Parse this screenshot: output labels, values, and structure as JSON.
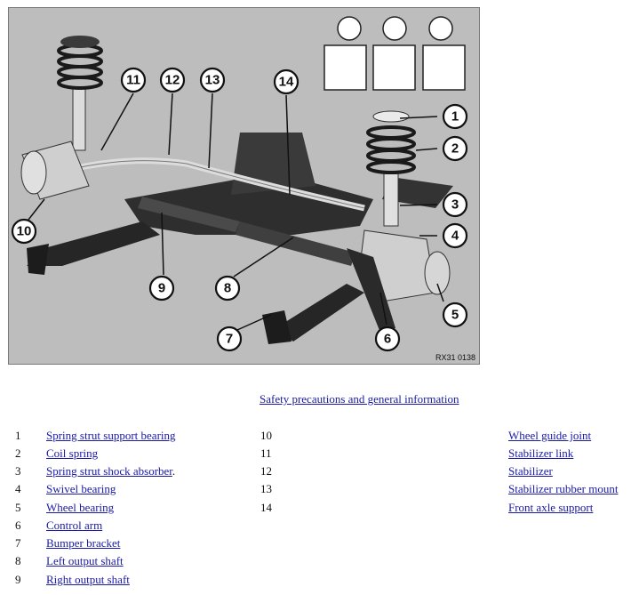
{
  "diagram": {
    "code": "RX31 0138",
    "callouts": [
      "1",
      "2",
      "3",
      "4",
      "5",
      "6",
      "7",
      "8",
      "9",
      "10",
      "11",
      "12",
      "13",
      "14"
    ]
  },
  "safety_link": "Safety precautions and general information",
  "parts_left": [
    {
      "num": "1",
      "label": "Spring strut support bearing"
    },
    {
      "num": "2",
      "label": "Coil spring"
    },
    {
      "num": "3",
      "label": "Spring strut shock absorber",
      "suffix": "."
    },
    {
      "num": "4",
      "label": "Swivel bearing"
    },
    {
      "num": "5",
      "label": "Wheel bearing"
    },
    {
      "num": "6",
      "label": "Control arm"
    },
    {
      "num": "7",
      "label": "Bumper bracket"
    },
    {
      "num": "8",
      "label": "Left output shaft"
    },
    {
      "num": "9",
      "label": "Right output shaft"
    }
  ],
  "parts_right": [
    {
      "num": "10",
      "label": "Wheel guide joint"
    },
    {
      "num": "11",
      "label": "Stabilizer link"
    },
    {
      "num": "12",
      "label": "Stabilizer"
    },
    {
      "num": "13",
      "label": "Stabilizer rubber mount"
    },
    {
      "num": "14",
      "label": "Front axle support"
    }
  ]
}
